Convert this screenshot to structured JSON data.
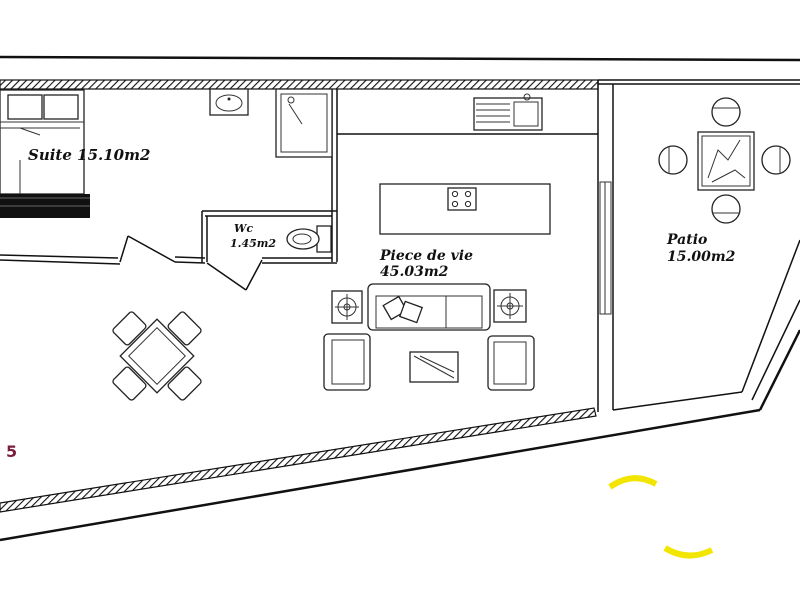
{
  "rooms": [
    {
      "name": "Suite 15.10m2",
      "lines": [
        "Suite 15.10m2"
      ]
    },
    {
      "name": "Wc",
      "lines": [
        "Wc",
        "1.45m2"
      ]
    },
    {
      "name": "Piece de vie",
      "lines": [
        "Piece de vie",
        "45.03m2"
      ]
    },
    {
      "name": "Patio",
      "lines": [
        "Patio",
        "15.00m2"
      ]
    }
  ],
  "edge_marker": "5",
  "colors": {
    "wall": "#1a1a1a",
    "marker": "#7a1f3d",
    "compass": "#f2e600"
  }
}
